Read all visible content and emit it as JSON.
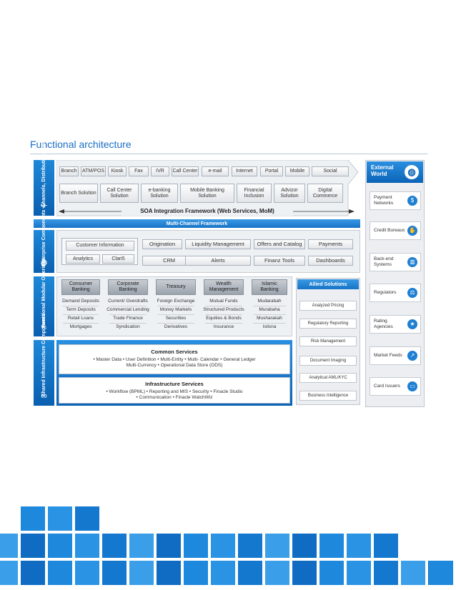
{
  "title": "Functional architecture",
  "channels": {
    "sidebar": "Channels, Distribution & Interaction",
    "top_row": [
      "Branch",
      "ATM/POS",
      "Kiosk",
      "Fax",
      "IVR",
      "Call Center",
      "e-mail",
      "Internet",
      "Portal",
      "Mobile",
      "Social"
    ],
    "solutions": [
      "Branch Solution",
      "Call Center Solution",
      "e-banking Solution",
      "Mobile Banking Solution",
      "Financial Inclusion",
      "Advizor Solution",
      "Digital Commerce"
    ],
    "soa": "SOA Integration Framework (Web Services, MoM)"
  },
  "multi_channel": "Multi-Channel Framework",
  "enterprise": {
    "sidebar": "Enterprise Components",
    "customer_info": "Customer Information",
    "analytics": "Analytics",
    "clari5": "Clari5",
    "row1": [
      "Origination",
      "Liquidity Management",
      "Offers and Catalog",
      "Payments"
    ],
    "row2": [
      "CRM",
      "Alerts",
      "Finanz Tools",
      "Dashboards"
    ]
  },
  "functional": {
    "sidebar": "Functional Modular Offerings",
    "columns": [
      {
        "header": "Consumer Banking",
        "items": [
          "Demand Deposits",
          "Term Deposits",
          "Retail Loans",
          "Mortgages"
        ]
      },
      {
        "header": "Corporate Banking",
        "items": [
          "Current/ Overdrafts",
          "Commercial Lending",
          "Trade Finance",
          "Syndication"
        ]
      },
      {
        "header": "Treasury",
        "items": [
          "Foreign Exchange",
          "Money Markets",
          "Securities",
          "Derivatives"
        ]
      },
      {
        "header": "Wealth Management",
        "items": [
          "Mutual Funds",
          "Structured Products",
          "Equities & Bonds",
          "Insurance"
        ]
      },
      {
        "header": "Islamic Banking",
        "items": [
          "Mudarabah",
          "Murabaha",
          "Musharakah",
          "Istisna"
        ]
      }
    ]
  },
  "allied": {
    "header": "Allied Solutions",
    "items": [
      "Analyzed Pricing",
      "Regulatory Reporting",
      "Risk Management",
      "Document Imaging",
      "Analytical AML/KYC",
      "Business Intelligence"
    ]
  },
  "shared": {
    "sidebar": "Shared Infrastructure Components",
    "common_title": "Common Services",
    "common_line1": "• Master Data  • User Definition  • Multi-Entity  • Multi- Calendar  • General Ledger",
    "common_line2": "Multi-Currency  • Operational Data Store (ODS)",
    "infra_title": "Infrastructure Services",
    "infra_line1": "• Workflow (BPML)  • Reporting and MIS  • Security  • Finacle Studio",
    "infra_line2": "• Communication  • Finacle WatchWiz"
  },
  "external": {
    "header": "External World",
    "items": [
      {
        "label": "Payment Networks",
        "icon": "payment-icon"
      },
      {
        "label": "Credit Bureaus",
        "icon": "credit-icon"
      },
      {
        "label": "Back-end Systems",
        "icon": "server-icon"
      },
      {
        "label": "Regulators",
        "icon": "regulator-icon"
      },
      {
        "label": "Rating Agencies",
        "icon": "rating-icon"
      },
      {
        "label": "Market Feeds",
        "icon": "chart-icon"
      },
      {
        "label": "Card Issuers",
        "icon": "card-icon"
      }
    ]
  },
  "colors": {
    "accent": "#1a6fc4",
    "bar": "#1673c6"
  }
}
